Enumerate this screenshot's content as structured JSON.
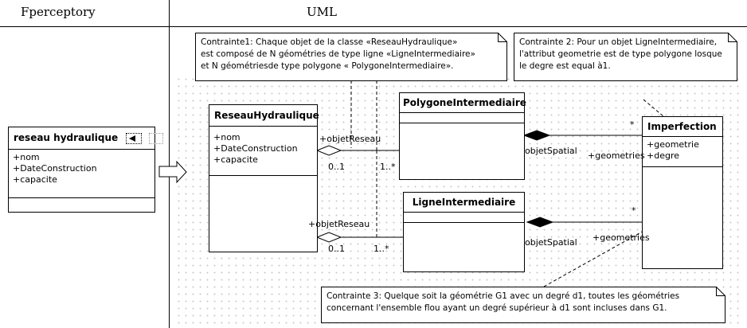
{
  "headers": {
    "left": "Fperceptory",
    "right": "UML"
  },
  "perceptory_class": {
    "title": "reseau hydraulique",
    "attributes": [
      "+nom",
      "+DateConstruction",
      "+capacite"
    ]
  },
  "classes": {
    "reseau": {
      "title": "ReseauHydraulique",
      "attributes": [
        "+nom",
        "+DateConstruction",
        "+capacite"
      ]
    },
    "polygone": {
      "title": "PolygoneIntermediaire"
    },
    "ligne": {
      "title": "LigneIntermediaire"
    },
    "imperfection": {
      "title": "Imperfection",
      "attributes": [
        "+geometrie",
        "+degre"
      ]
    }
  },
  "labels": {
    "objetReseau_top": "+objetReseau",
    "mult_01_top": "0..1",
    "mult_1star_top": "1..*",
    "objetReseau_bottom": "+objetReseau",
    "mult_01_bottom": "0..1",
    "mult_1star_bottom": "1..*",
    "objetSpatial_top": "objetSpatial",
    "geometries_top": "+geometries",
    "star_top": "*",
    "objetSpatial_bottom": "objetSpatial",
    "geometries_bottom": "+geometries",
    "star_bottom": "*"
  },
  "notes": {
    "c1": [
      "Contrainte1:  Chaque objet de la classe «ReseauHydraulique»",
      "est composé de  N géométries  de type ligne «LigneIntermediaire»",
      "et N géométriesde type polygone « PolygoneIntermediaire»."
    ],
    "c2": [
      "Contrainte 2: Pour un objet LigneIntermediaire,",
      "l'attribut geometrie  est de type polygone losque",
      "le degre est equal à1."
    ],
    "c3": [
      "Contrainte 3: Quelque soit la géométrie G1 avec un degré d1, toutes les géométries",
      "concernant l'ensemble flou ayant  un degré supérieur à d1 sont incluses dans G1."
    ]
  }
}
